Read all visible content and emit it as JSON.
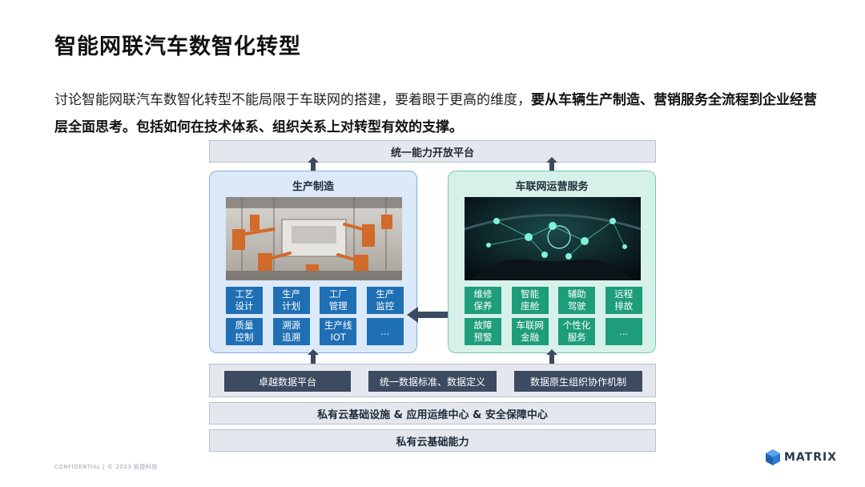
{
  "title": "智能网联汽车数智化转型",
  "intro": {
    "normal": "讨论智能网联汽车数智化转型不能局限于车联网的搭建，要着眼于更高的维度，",
    "bold": "要从车辆生产制造、营销服务全流程到企业经营层全面思考。包括如何在技术体系、组织关系上对转型有效的支撑。"
  },
  "diagram": {
    "top_bar": "统一能力开放平台",
    "left_panel": {
      "title": "生产制造",
      "photo_icon": "factory-robots-photo",
      "tiles": [
        "工艺\n设计",
        "生产\n计划",
        "工厂\n管理",
        "生产\n监控",
        "质量\n控制",
        "溯源\n追溯",
        "生产线\nIOT",
        "..."
      ]
    },
    "right_panel": {
      "title": "车联网运营服务",
      "photo_icon": "connected-car-cockpit-photo",
      "tiles": [
        "维修\n保养",
        "智能\n座舱",
        "辅助\n驾驶",
        "远程\n排故",
        "故障\n预警",
        "车联网\n金融",
        "个性化\n服务",
        "..."
      ]
    },
    "data_row": [
      "卓越数据平台",
      "统一数据标准、数据定义",
      "数据原生组织协作机制"
    ],
    "mid_bar": "私有云基础设施 & 应用运维中心 & 安全保障中心",
    "bottom_bar": "私有云基础能力"
  },
  "footer": "CONFIDENTIAL | © 2023 凯捷科技",
  "brand": {
    "name": "MATRIX",
    "logo_icon": "matrix-cube-icon"
  },
  "colors": {
    "left_accent": "#1f6fb5",
    "right_accent": "#1e9d7a",
    "dark": "#3c4b5f"
  }
}
